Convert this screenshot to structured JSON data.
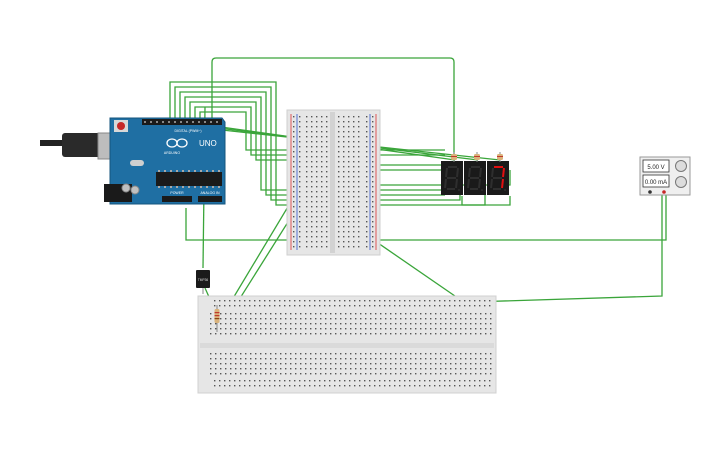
{
  "arduino": {
    "brand_label": "ARDUINO",
    "model_label": "UNO",
    "digital_label": "DIGITAL (PWM~)",
    "power_label": "POWER",
    "analog_label": "ANALOG IN"
  },
  "displays": [
    {
      "digit": "8",
      "lit": false
    },
    {
      "digit": "8",
      "lit": false
    },
    {
      "digit": "7",
      "lit": true
    }
  ],
  "power_supply": {
    "voltage_reading": "5.00 V",
    "current_reading": "0.00 mA"
  },
  "sensor": {
    "label": "TMP36"
  },
  "colors": {
    "wire": "#3aa53a",
    "arduino_board": "#1f6fa3",
    "segment_on": "#e01010",
    "segment_off": "#2a2a2a",
    "breadboard": "#e6e6e6"
  }
}
